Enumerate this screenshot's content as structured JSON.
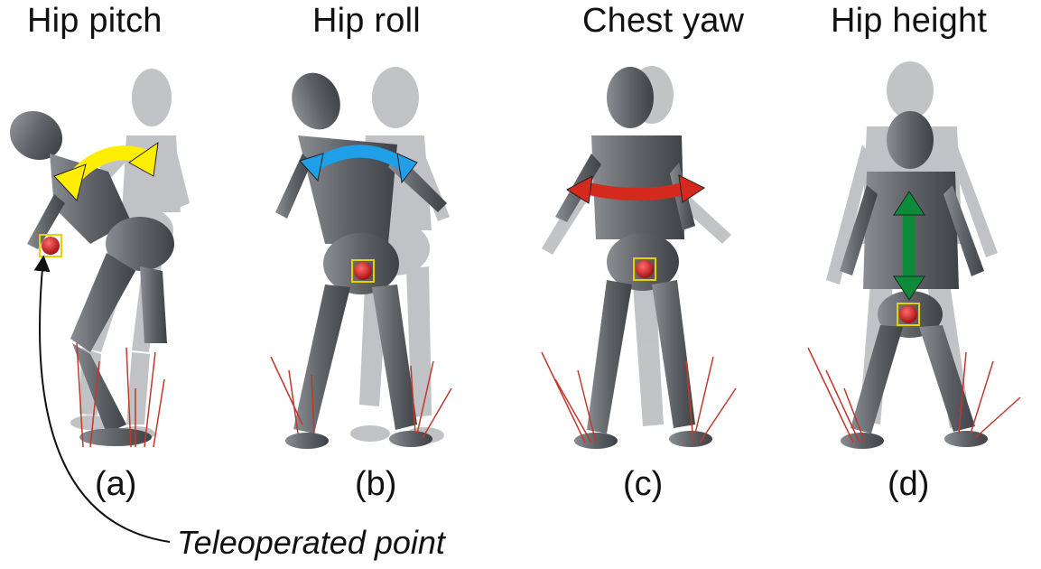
{
  "panels": [
    {
      "title": "Hip pitch",
      "label": "(a)",
      "arrow_color": "#ffee00",
      "arrow_type": "curved"
    },
    {
      "title": "Hip roll",
      "label": "(b)",
      "arrow_color": "#1e9fe8",
      "arrow_type": "curved"
    },
    {
      "title": "Chest yaw",
      "label": "(c)",
      "arrow_color": "#d42a1e",
      "arrow_type": "flat-curved"
    },
    {
      "title": "Hip height",
      "label": "(d)",
      "arrow_color": "#0d8a3a",
      "arrow_type": "vertical"
    }
  ],
  "annotation": {
    "text": "Teleoperated point"
  },
  "colors": {
    "mannequin_dark": "#6e7176",
    "mannequin_ghost": "#b9bbbe",
    "point": "#d21c1c",
    "force": "#c0392b"
  }
}
